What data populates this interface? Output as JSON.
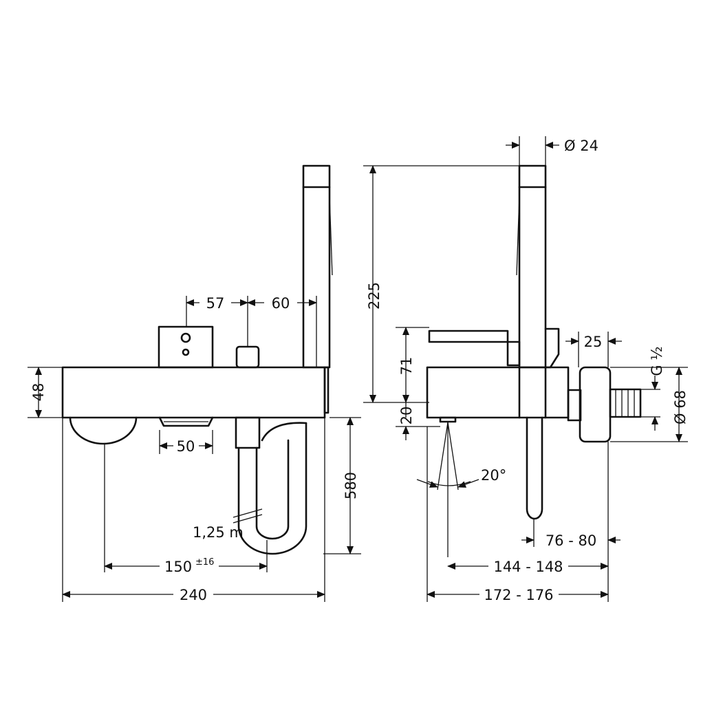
{
  "colors": {
    "line": "#111111",
    "background": "#ffffff"
  },
  "front_view": {
    "dim_57": "57",
    "dim_60": "60",
    "dim_48": "48",
    "dim_50": "50",
    "dim_580": "580",
    "hose_length": "1,25 m",
    "dim_150": "150",
    "dim_150_tolerance": "±16",
    "dim_240": "240"
  },
  "side_view": {
    "dim_24": "Ø 24",
    "dim_225": "225",
    "dim_25": "25",
    "dim_71": "71",
    "dim_20": "20",
    "thread": "G ½",
    "dim_68": "Ø 68",
    "angle": "20°",
    "dim_76_80": "76 - 80",
    "dim_144_148": "144 - 148",
    "dim_172_176": "172 - 176"
  }
}
